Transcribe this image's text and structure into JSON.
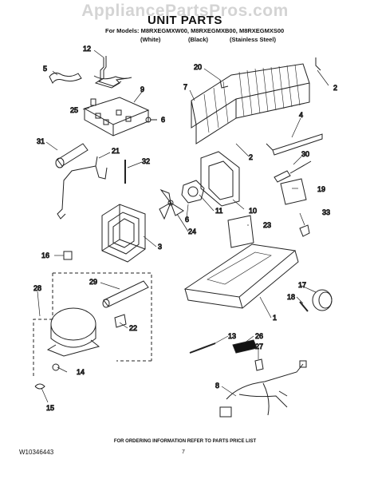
{
  "watermark": "AppliancePartsPros.com",
  "header": {
    "title": "UNIT PARTS",
    "models_line": "For Models: M8RXEGMXW00, M8RXEGMXB00, M8RXEGMXS00",
    "variants": [
      "(White)",
      "(Black)",
      "(Stainless Steel)"
    ]
  },
  "callouts": [
    "12",
    "5",
    "9",
    "25",
    "6",
    "20",
    "7",
    "2",
    "4",
    "2",
    "31",
    "21",
    "32",
    "30",
    "19",
    "10",
    "33",
    "11",
    "6",
    "24",
    "23",
    "3",
    "16",
    "28",
    "29",
    "17",
    "18",
    "22",
    "1",
    "13",
    "26",
    "27",
    "14",
    "8",
    "15"
  ],
  "footer": {
    "order_info": "FOR ORDERING INFORMATION REFER TO PARTS PRICE LIST",
    "doc_number": "W10346443",
    "page": "7"
  }
}
